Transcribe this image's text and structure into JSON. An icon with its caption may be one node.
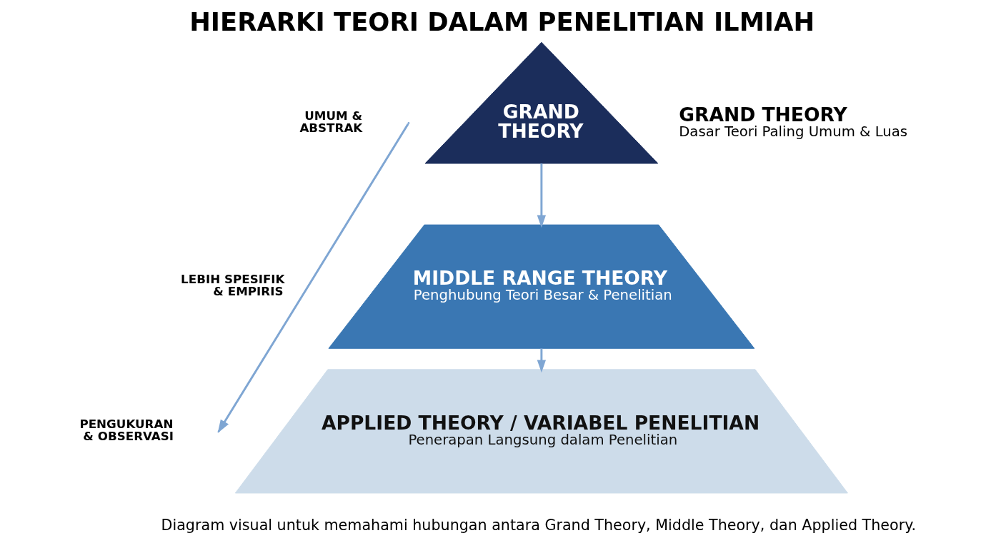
{
  "diagram": {
    "title": "HIERARKI TEORI DALAM PENELITIAN ILMIAH",
    "caption": "Diagram visual untuk memahami hubungan antara Grand Theory, Middle Theory, dan Applied Theory.",
    "nodes": [
      {
        "text": [
          "GRAND THEORY"
        ],
        "beside": [
          "GRAND THEORY",
          "Dasar Teori Paling Umum & Luas"
        ]
      },
      {
        "text": [
          "MIDDLE RANGE THEORY",
          "Penghubung Teori Besar & Penelitian"
        ]
      },
      {
        "text": [
          "APPLIED THEORY / VARIABEL PENELITIAN",
          "Penerapan Langsung dalam Penelitian"
        ]
      }
    ],
    "edges": [
      {
        "from": 0,
        "to": 1,
        "arrow": "to"
      },
      {
        "from": 1,
        "to": 2,
        "arrow": "to"
      }
    ],
    "labels": [
      "UMUM & ABSTRAK",
      "LEBIH SPESIFIK & EMPIRIS",
      "PENGUKURAN & OBSERVASI"
    ]
  }
}
